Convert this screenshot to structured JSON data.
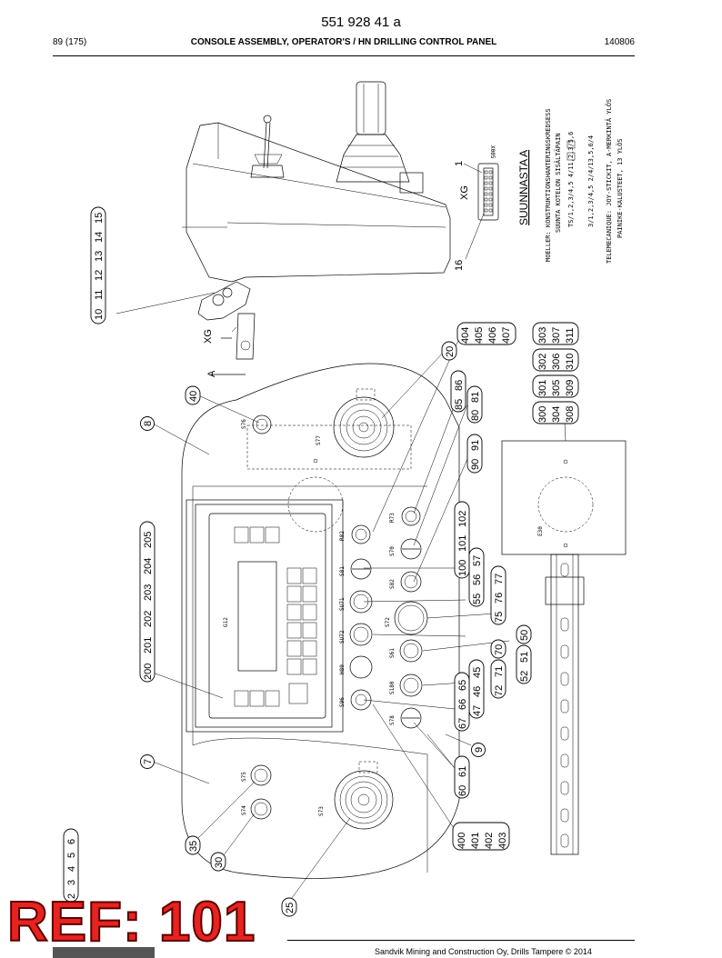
{
  "header": {
    "doc_code": "551 928 41 a",
    "page": "89 (175)",
    "title": "CONSOLE ASSEMBLY, OPERATOR'S / HN DRILLING CONTROL PANEL",
    "date": "140806"
  },
  "footer": {
    "copyright": "Sandvik Mining and Construction Oy, Drills Tampere © 2014"
  },
  "stamp": "REF: 101",
  "callouts": [
    {
      "id": "c1",
      "lines": [
        "10",
        "11",
        "12",
        "13",
        "14",
        "15"
      ]
    },
    {
      "id": "c2",
      "lines": [
        "8"
      ]
    },
    {
      "id": "c3",
      "lines": [
        "40"
      ]
    },
    {
      "id": "c4",
      "lines": [
        "20"
      ]
    },
    {
      "id": "c5",
      "lines": [
        "404",
        "405",
        "406",
        "407"
      ]
    },
    {
      "id": "c6",
      "lines": [
        "303",
        "307",
        "311"
      ]
    },
    {
      "id": "c7",
      "lines": [
        "302",
        "306",
        "310"
      ]
    },
    {
      "id": "c8",
      "lines": [
        "301",
        "305",
        "309"
      ]
    },
    {
      "id": "c9",
      "lines": [
        "300",
        "304",
        "308"
      ]
    },
    {
      "id": "c10",
      "lines": [
        "85",
        "86"
      ]
    },
    {
      "id": "c11",
      "lines": [
        "80",
        "81"
      ]
    },
    {
      "id": "c12",
      "lines": [
        "90",
        "91"
      ]
    },
    {
      "id": "c13",
      "lines": [
        "200",
        "201",
        "202",
        "203",
        "204",
        "205"
      ]
    },
    {
      "id": "c14",
      "lines": [
        "100",
        "101",
        "102"
      ]
    },
    {
      "id": "c15",
      "lines": [
        "55",
        "56",
        "57"
      ]
    },
    {
      "id": "c16",
      "lines": [
        "75",
        "76",
        "77"
      ]
    },
    {
      "id": "c17",
      "lines": [
        "50"
      ]
    },
    {
      "id": "c18",
      "lines": [
        "52",
        "51"
      ]
    },
    {
      "id": "c19",
      "lines": [
        "70"
      ]
    },
    {
      "id": "c20",
      "lines": [
        "72",
        "71"
      ]
    },
    {
      "id": "c21",
      "lines": [
        "47",
        "46",
        "45"
      ]
    },
    {
      "id": "c22",
      "lines": [
        "67",
        "66",
        "65"
      ]
    },
    {
      "id": "c23",
      "lines": [
        "9"
      ]
    },
    {
      "id": "c24",
      "lines": [
        "60",
        "61"
      ]
    },
    {
      "id": "c25",
      "lines": [
        "7"
      ]
    },
    {
      "id": "c26",
      "lines": [
        "35"
      ]
    },
    {
      "id": "c27",
      "lines": [
        "30"
      ]
    },
    {
      "id": "c28",
      "lines": [
        "2",
        "3",
        "4",
        "5",
        "6"
      ]
    },
    {
      "id": "c29",
      "lines": [
        "400",
        "401",
        "402",
        "403"
      ]
    },
    {
      "id": "c30",
      "lines": [
        "25"
      ]
    }
  ],
  "drawing_labels": {
    "xg_left": "XG",
    "a_left": "A",
    "xg_right": "XG",
    "pin1": "1",
    "pin16": "16",
    "view": "SUUNNASTA A",
    "conn": "X005",
    "s76": "S76",
    "s77": "S77",
    "s73": "S73",
    "s75": "S75",
    "s74": "S74",
    "g12": "G12",
    "e30": "E30",
    "r82": "R82",
    "r73": "R73",
    "s81": "S81",
    "s70": "S70",
    "s82": "S82",
    "s171": "SU71",
    "s172": "SU72",
    "s72": "S72",
    "s61": "S61",
    "s180": "S180",
    "h80": "H80",
    "s96": "S96",
    "s78": "S78"
  },
  "notes": [
    "MOELLER: KONSTRUKTIONSHANTERINGSKREDSESS",
    "SUUNTA KOTELON SISÄLTÄPAIN",
    "TS/1,2,3/4,5   4/11,2,3/5,6",
    "",
    "3/1,2,3/4,5    2/4/13,5,6/4",
    "TELEMECANIQUE: JOY-STICKIT, A-MERKINTÄ YLÖS",
    "PAINIKE-KALUSTEET, 13 YLÖS"
  ]
}
